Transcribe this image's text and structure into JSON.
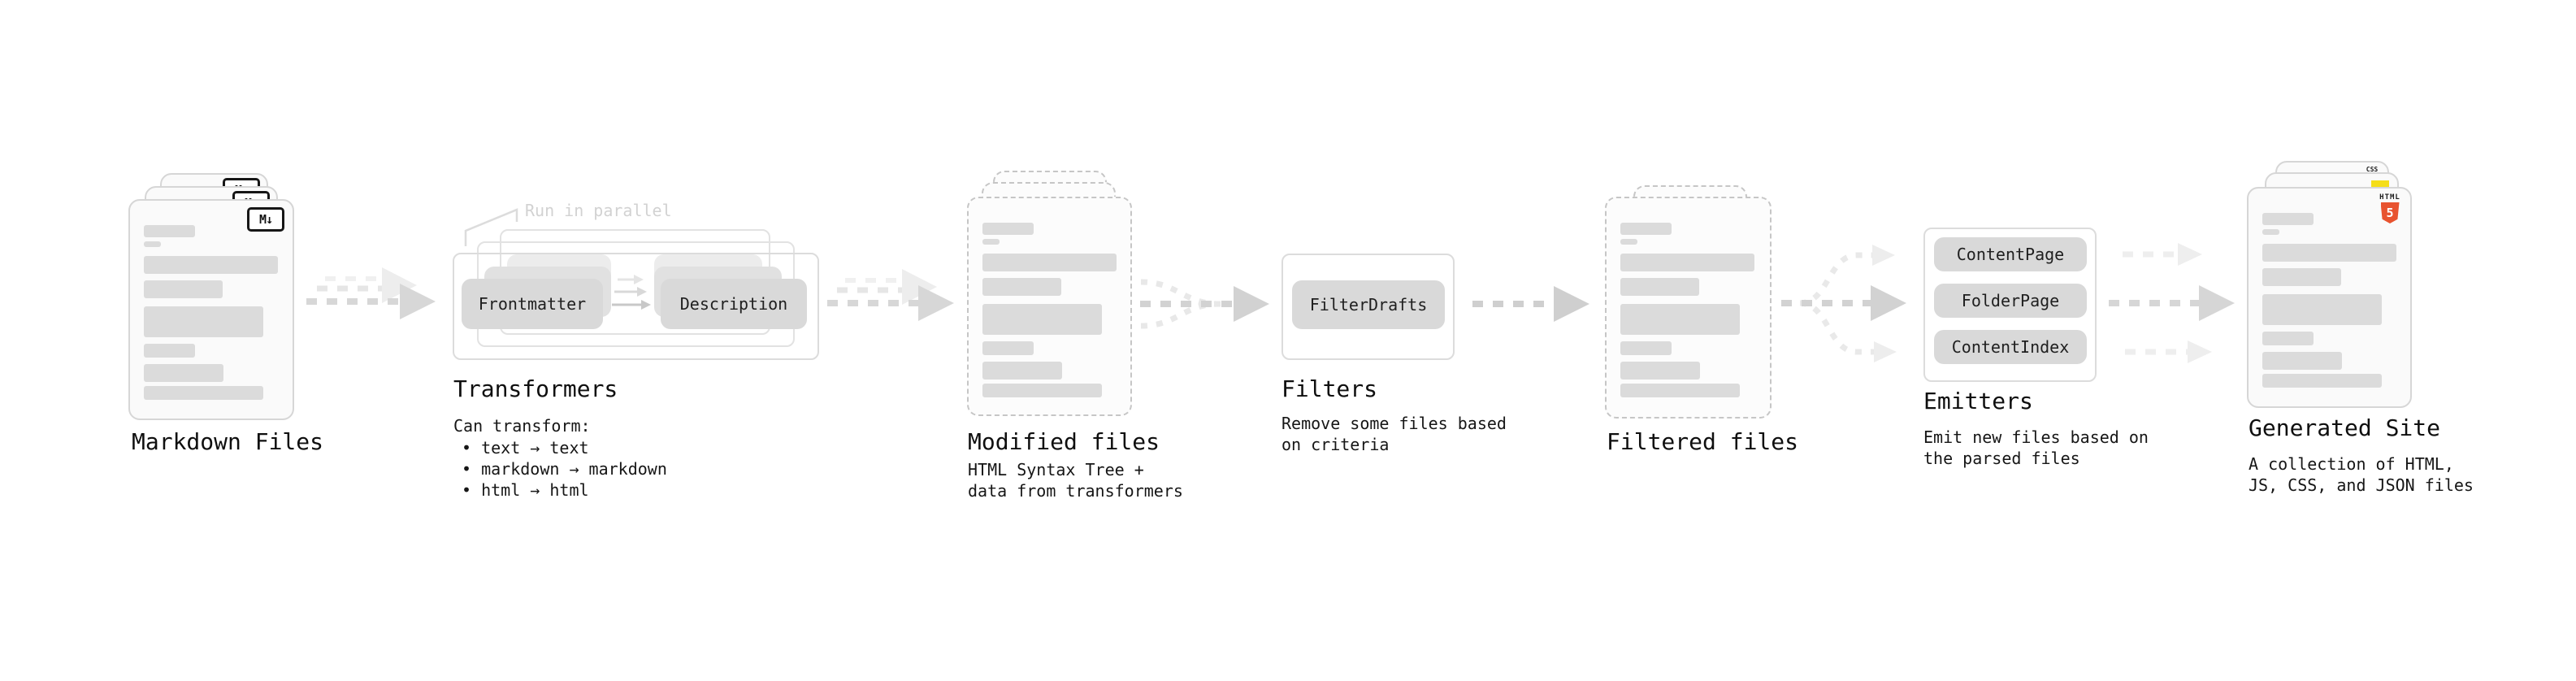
{
  "nodes": {
    "markdown_files": {
      "title": "Markdown Files",
      "badge": "M↓"
    },
    "transformers": {
      "title": "Transformers",
      "annotation": "Run in parallel",
      "plugins": [
        "Frontmatter",
        "Description"
      ],
      "desc_heading": "Can transform:",
      "desc_bullets": [
        "text → text",
        "markdown → markdown",
        "html → html"
      ]
    },
    "modified_files": {
      "title": "Modified files",
      "desc_lines": [
        "HTML Syntax Tree +",
        "data from transformers"
      ]
    },
    "filters": {
      "title": "Filters",
      "plugins": [
        "FilterDrafts"
      ],
      "desc_lines": [
        "Remove some files based",
        "on criteria"
      ]
    },
    "filtered_files": {
      "title": "Filtered files"
    },
    "emitters": {
      "title": "Emitters",
      "plugins": [
        "ContentPage",
        "FolderPage",
        "ContentIndex"
      ],
      "desc_lines": [
        "Emit new files based on",
        "the parsed files"
      ]
    },
    "generated_site": {
      "title": "Generated Site",
      "desc_lines": [
        "A collection of HTML,",
        "JS, CSS, and JSON files"
      ],
      "badges": {
        "html_word": "HTML",
        "html_number": "5",
        "css_word": "CSS"
      }
    }
  },
  "colors": {
    "html5_orange": "#e8532f",
    "js_yellow": "#f5de19",
    "css_blue": "#2c65f6",
    "chip_gray": "#d9d9d9",
    "arrow_gray": "#d6d6d6"
  }
}
